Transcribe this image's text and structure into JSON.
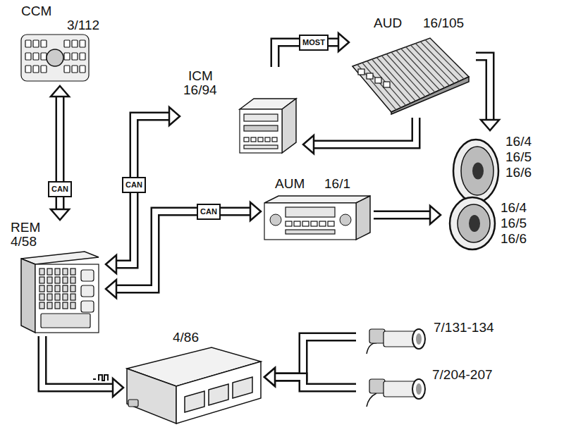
{
  "diagram": {
    "nodes": [
      {
        "text": [
          "CCM",
          "3/112"
        ]
      },
      {
        "text": [
          "ICM",
          "16/94"
        ]
      },
      {
        "text": [
          "AUD",
          "16/105"
        ]
      },
      {
        "text": [
          "16/4 16/5 16/6"
        ]
      },
      {
        "text": [
          "REM",
          "4/58"
        ]
      },
      {
        "text": [
          "AUM",
          "16/1"
        ]
      },
      {
        "text": [
          "16/4 16/5 16/6"
        ]
      },
      {
        "text": [
          "4/86"
        ]
      },
      {
        "text": [
          "7/131-134"
        ]
      },
      {
        "text": [
          "7/204-207"
        ]
      }
    ],
    "edges": [
      {
        "from": 4,
        "to": 0,
        "arrow": "both",
        "label": "CAN"
      },
      {
        "from": 4,
        "to": 1,
        "arrow": "both",
        "label": "CAN"
      },
      {
        "from": 4,
        "to": 5,
        "arrow": "both",
        "label": "CAN"
      },
      {
        "from": 1,
        "to": 2,
        "arrow": "to",
        "label": "MOST"
      },
      {
        "from": 2,
        "to": 1,
        "arrow": "to"
      },
      {
        "from": 2,
        "to": 3,
        "arrow": "to"
      },
      {
        "from": 5,
        "to": 6,
        "arrow": "to"
      },
      {
        "from": 4,
        "to": 7,
        "arrow": "to"
      },
      {
        "from": 8,
        "to": 7,
        "arrow": "to"
      },
      {
        "from": 9,
        "to": 7,
        "arrow": "to"
      }
    ]
  }
}
